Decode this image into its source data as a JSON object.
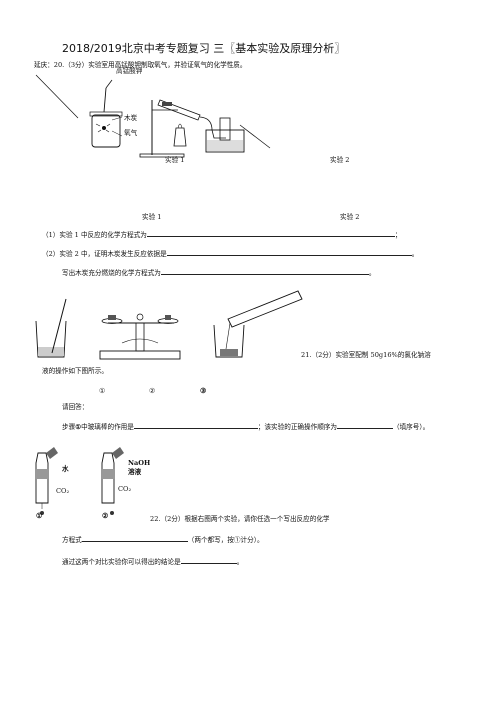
{
  "title": "2018/2019北京中考专题复习 三〖基本实验及原理分析〗",
  "q20": {
    "head": "延庆：20.（3分）实验室用高锰酸钾制取氧气，并验证氧气的化学性质。",
    "fig_labels": {
      "reagent": "高锰酸钾",
      "charcoal": "木炭",
      "oxygen": "氧气"
    },
    "caption1": "实验 1",
    "caption2": "实验 2",
    "caption1b": "实验 1",
    "caption2b": "实验 2",
    "item1_prefix": "（1）实验 1 中反应的化学方程式为",
    "item1_suffix": "；",
    "item2_prefix": "（2）实验 2 中，证明木炭发生反应依据是",
    "item2_suffix": "。",
    "item3_prefix": "写出木炭充分燃烧的化学方程式为",
    "item3_suffix": "。"
  },
  "q21": {
    "head": "21.（2分）实验室配制 50g16%的氯化钠溶",
    "head2": "液的操作如下图所示。",
    "marks": [
      "①",
      "②",
      "③"
    ],
    "ask": "请回答：",
    "step_prefix": "步骤",
    "step_num": "①",
    "step_mid": "中玻璃棒的作用是",
    "step_mid2": "；该实验的正确操作顺序为",
    "step_suffix": "（填序号）。"
  },
  "q22": {
    "bottle1": {
      "label": "水",
      "gas": "CO₂",
      "num": "①"
    },
    "bottle2": {
      "label1": "NaOH",
      "label2": "溶液",
      "gas": "CO₂",
      "num": "②"
    },
    "head": "22.（2分）根据右图两个实验，请你任选一个写出反应的化学",
    "line2_prefix": "方程式",
    "line2_suffix": "（两个都写，按①计分）。",
    "line3_prefix": "通过这两个对比实验你可以得出的结论是",
    "line3_suffix": "。"
  }
}
